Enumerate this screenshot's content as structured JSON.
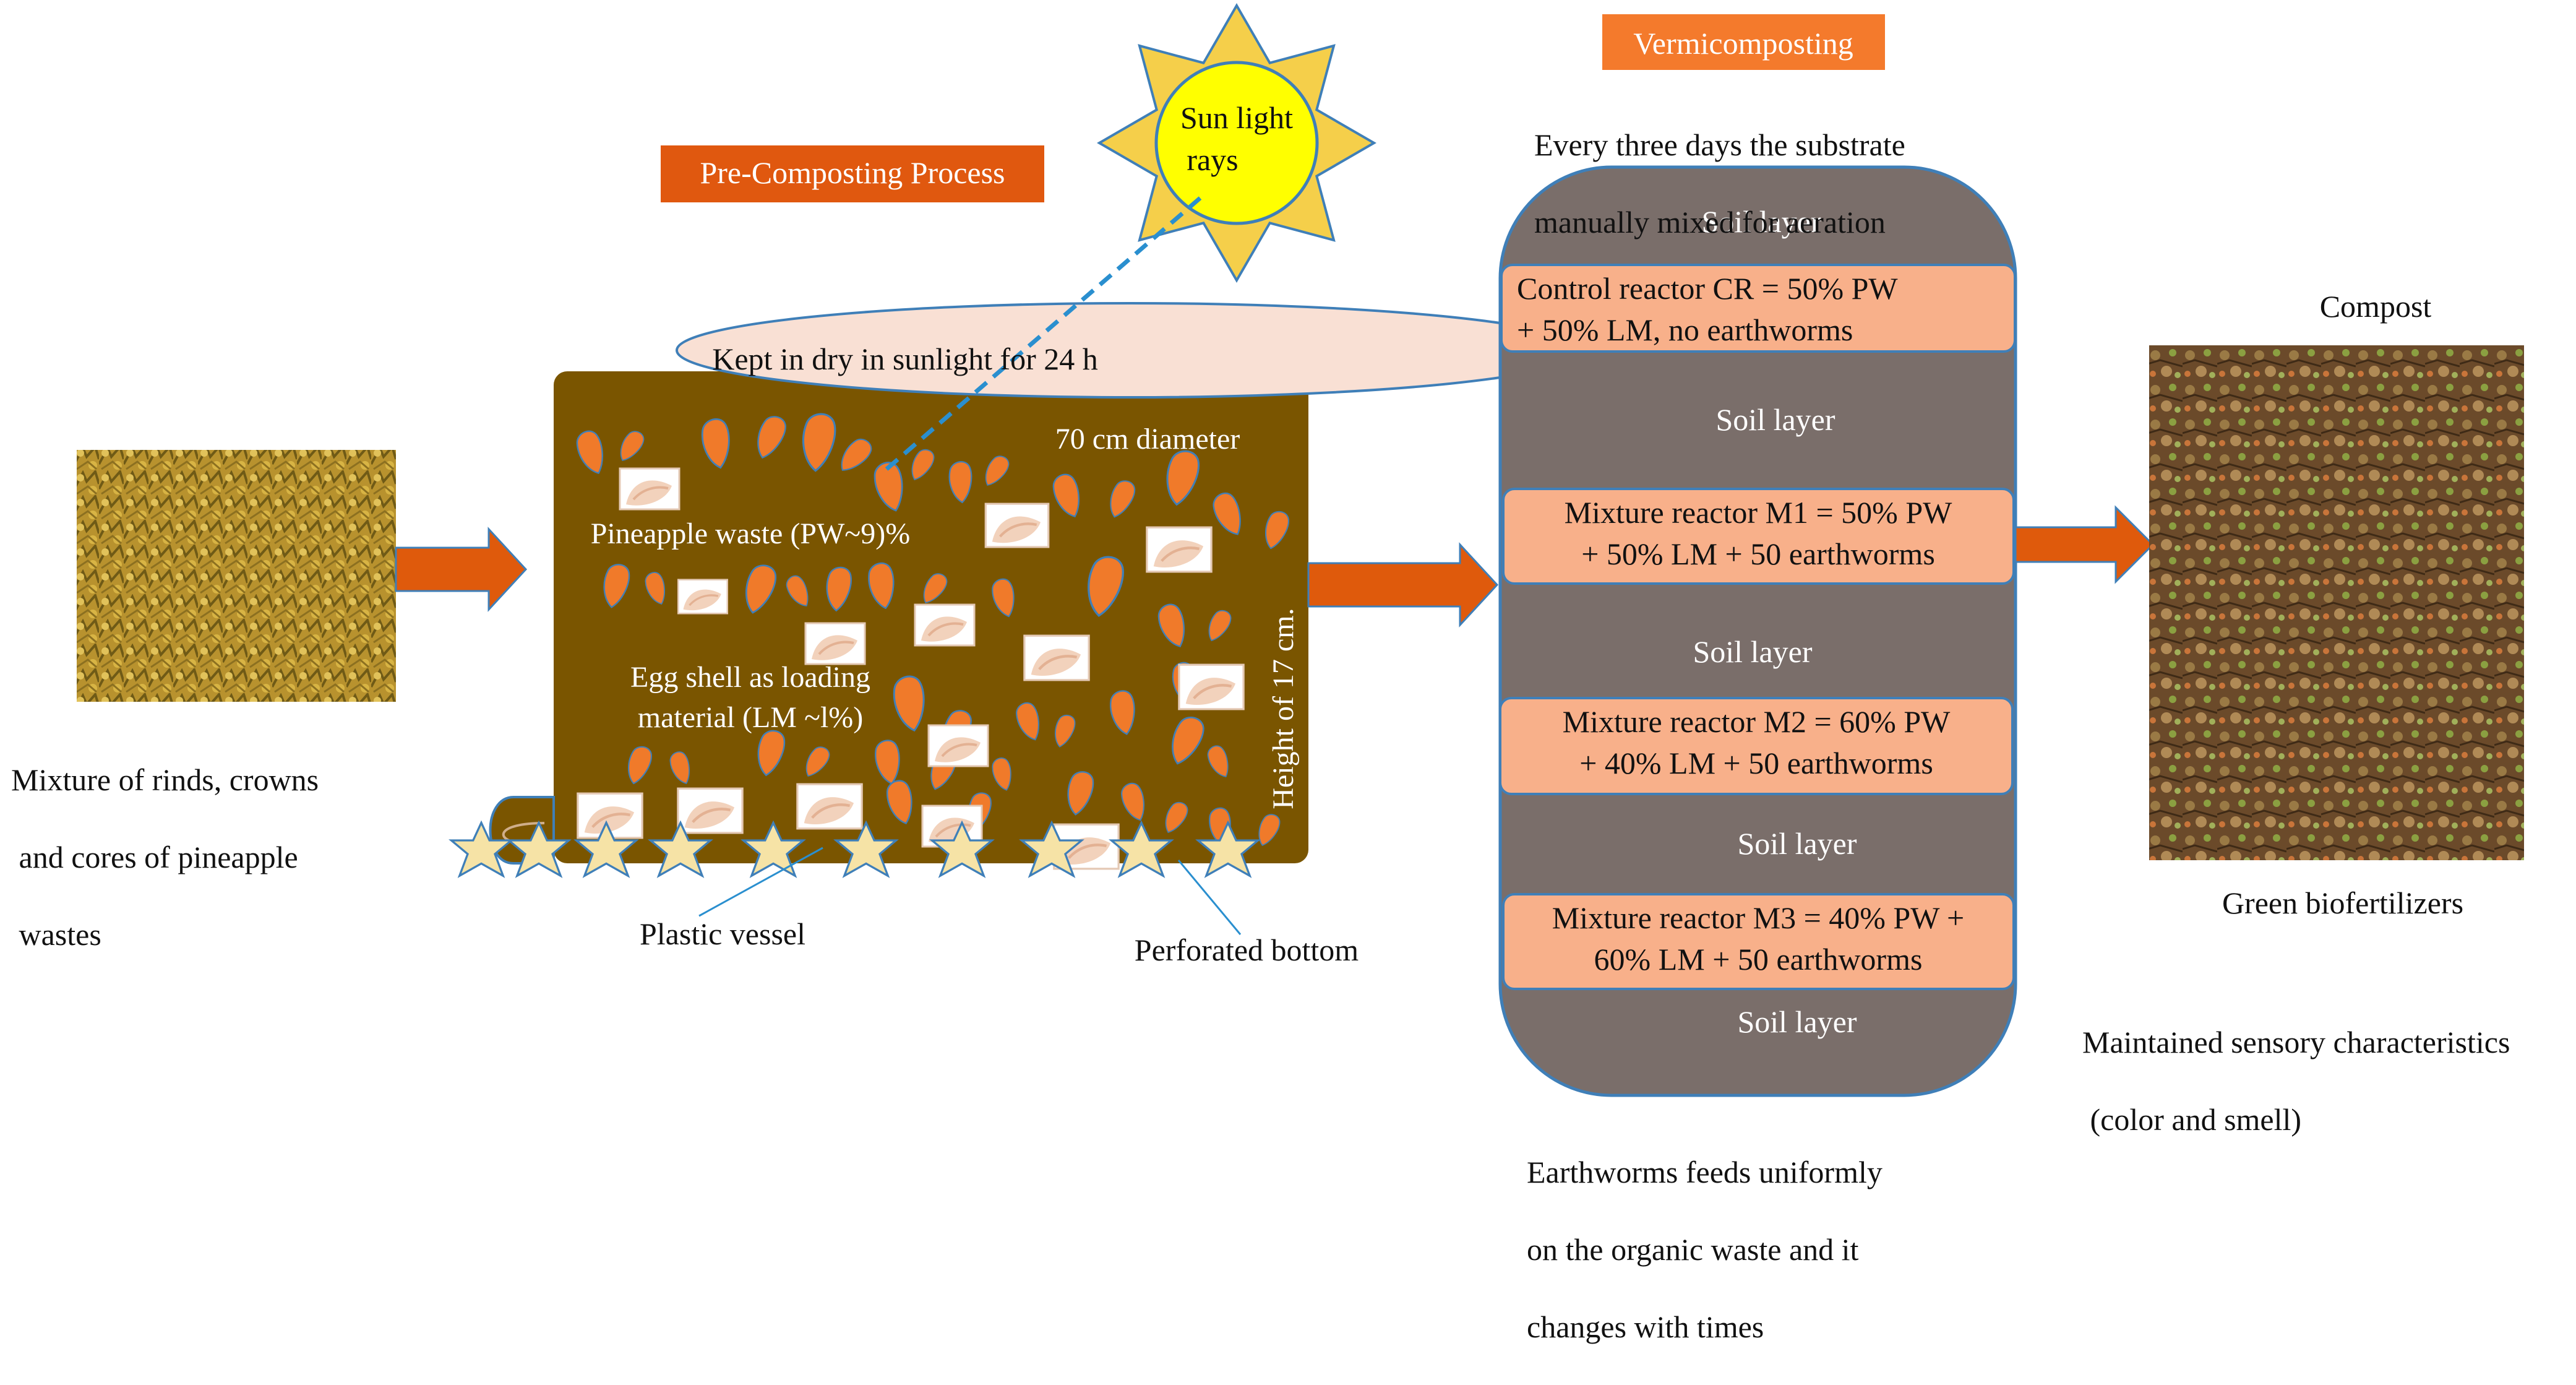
{
  "input": {
    "caption_lines": [
      "Mixture of rinds, crowns",
      " and cores of pineapple",
      " wastes"
    ]
  },
  "precompost": {
    "title": "Pre-Composting Process",
    "sun_label": [
      "Sun light",
      "rays"
    ],
    "lid_label": "Kept in dry in sunlight for 24 h",
    "diameter_label": "70 cm diameter",
    "pw_label": "Pineapple waste (PW~9)%",
    "lm_label": [
      "Egg shell as loading",
      "material (LM ~l%)"
    ],
    "height_label": "Height of 17 cm.",
    "vessel_label": "Plastic vessel",
    "bottom_label": "Perforated bottom"
  },
  "vermi": {
    "title": "Vermicomposting",
    "note_lines": [
      "Every three days the substrate",
      "manually mixed for aeration"
    ],
    "soil_label": "Soil layer",
    "reactors": [
      {
        "lines": [
          "Control reactor CR = 50% PW",
          "+ 50% LM, no earthworms"
        ]
      },
      {
        "lines": [
          "Mixture reactor M1 = 50% PW",
          "+ 50% LM + 50 earthworms"
        ]
      },
      {
        "lines": [
          "Mixture reactor M2 = 60% PW",
          "+ 40% LM + 50 earthworms"
        ]
      },
      {
        "lines": [
          "Mixture reactor M3 = 40% PW +",
          "60% LM + 50 earthworms"
        ]
      }
    ],
    "footer_lines": [
      "Earthworms feeds uniformly",
      "on the organic waste and it",
      "changes with times"
    ]
  },
  "output": {
    "title": "Compost",
    "caption": "Green biofertilizers",
    "note_lines": [
      "Maintained sensory characteristics",
      " (color and smell)"
    ]
  },
  "colors": {
    "vessel_brown": "#7a5500",
    "vessel_edge": "#3f7fb8",
    "peel_orange": "#f07a2a",
    "lid_fill": "#f9e0d4",
    "title_orange": "#e0580f",
    "vermi_title": "#f47a2c",
    "arrow_orange": "#df5a0c",
    "reactor_gray": "#7a6e6a",
    "reactor_box": "#f8b08a",
    "sun_yellow": "#ffff00",
    "sun_ray": "#f5cf4a",
    "star": "#f6e3a6"
  }
}
